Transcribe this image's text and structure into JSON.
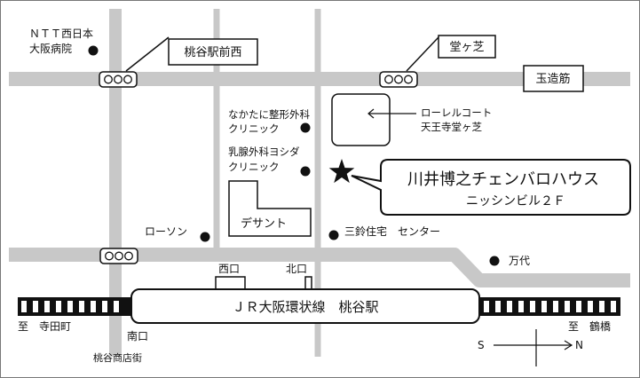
{
  "labels": {
    "ntt_line1": "ＮＴＴ西日本",
    "ntt_line2": "大阪病院",
    "momodani_ekimae_nishi": "桃谷駅前西",
    "dogashiba": "堂ヶ芝",
    "tamatsukurisuji": "玉造筋",
    "nakatani_line1": "なかたに整形外科",
    "nakatani_line2": "クリニック",
    "court_line1": "ローレルコート",
    "court_line2": "天王寺堂ヶ芝",
    "nyusen_line1": "乳腺外科ヨシダ",
    "nyusen_line2": "クリニック",
    "kawai_line1": "川井博之チェンバロハウス",
    "kawai_line2": "ニッシンビル２Ｆ",
    "desant": "デサント",
    "lawson": "ローソン",
    "sanrei": "三鈴住宅　センター",
    "mandai": "万代",
    "west_exit": "西口",
    "north_exit": "北口",
    "station": "ＪＲ大阪環状線　桃谷駅",
    "to_teradacho": "至　寺田町",
    "to_tsuruhashi": "至　鶴橋",
    "south_exit": "南口",
    "shotengai": "桃谷商店街",
    "compass_s": "S",
    "compass_n": "N"
  },
  "colors": {
    "road": "#c8c8c8",
    "ink": "#111111",
    "paper": "#ffffff"
  },
  "icons": {
    "destination": "star-icon",
    "landmark": "dot-icon",
    "traffic_signal": "traffic-signal-icon"
  }
}
